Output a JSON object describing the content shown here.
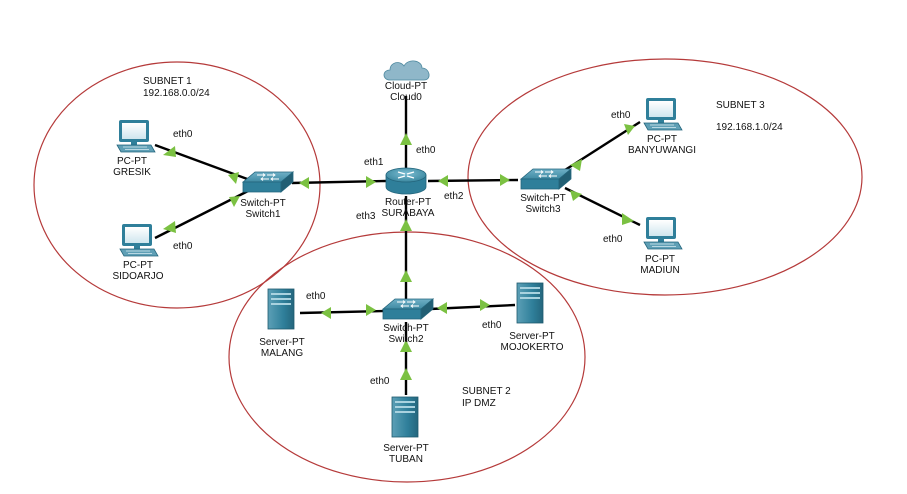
{
  "subnets": {
    "s1": {
      "title": "SUBNET 1",
      "ip": "192.168.0.0/24"
    },
    "s2": {
      "title": "SUBNET 2",
      "ip": "IP DMZ"
    },
    "s3": {
      "title": "SUBNET 3",
      "ip": "192.168.1.0/24"
    }
  },
  "devices": {
    "cloud": {
      "type": "Cloud-PT",
      "name": "Cloud0"
    },
    "router": {
      "type": "Router-PT",
      "name": "SURABAYA"
    },
    "switch1": {
      "type": "Switch-PT",
      "name": "Switch1"
    },
    "switch2": {
      "type": "Switch-PT",
      "name": "Switch2"
    },
    "switch3": {
      "type": "Switch-PT",
      "name": "Switch3"
    },
    "gresik": {
      "type": "PC-PT",
      "name": "GRESIK"
    },
    "sidoarjo": {
      "type": "PC-PT",
      "name": "SIDOARJO"
    },
    "banyuwangi": {
      "type": "PC-PT",
      "name": "BANYUWANGI"
    },
    "madiun": {
      "type": "PC-PT",
      "name": "MADIUN"
    },
    "malang": {
      "type": "Server-PT",
      "name": "MALANG"
    },
    "mojokerto": {
      "type": "Server-PT",
      "name": "MOJOKERTO"
    },
    "tuban": {
      "type": "Server-PT",
      "name": "TUBAN"
    }
  },
  "ports": {
    "router_cloud": "eth0",
    "router_sw1": "eth1",
    "router_sw3": "eth2",
    "router_sw2": "eth3",
    "gresik": "eth0",
    "sidoarjo": "eth0",
    "banyuwangi": "eth0",
    "madiun": "eth0",
    "malang": "eth0",
    "mojokerto": "eth0",
    "tuban": "eth0"
  },
  "colors": {
    "subnet_border": "#b53a3a",
    "link": "#000000",
    "port_indicator": "#7bc142",
    "device_blue": "#2f7f9a",
    "cloud": "#8fb7c9"
  }
}
